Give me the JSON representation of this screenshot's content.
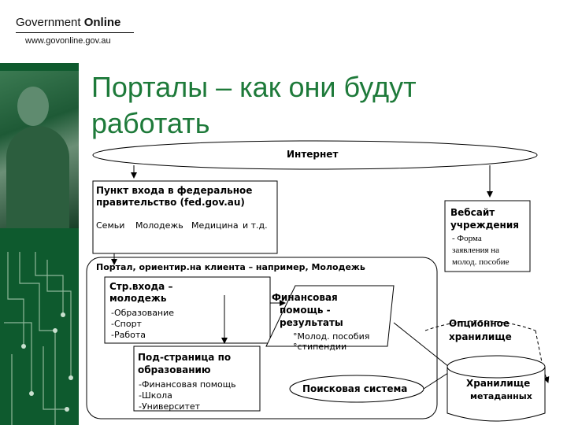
{
  "logo": {
    "word1_lead": "G",
    "word1_rest": "overnment",
    "word2": "Online",
    "url": "www.govonline.gov.au"
  },
  "title": "Порталы – как они будут работать",
  "internet": "Интернет",
  "federal_entry": {
    "title_line1": "Пункт входа в федеральное",
    "title_line2": "правительство (fed.gov.au)",
    "categories": [
      "Семьи",
      "Молодежь",
      "Медицина",
      "и т.д."
    ]
  },
  "agency_site": {
    "title_line1": "Вебсайт",
    "title_line2": "учреждения",
    "note_lines": [
      "- Форма",
      "заявления на",
      "молод. пособие"
    ]
  },
  "portal_label": "Портал, ориентир.на клиента – например, Молодежь",
  "youth_entry": {
    "title_line1": "Стр.входа –",
    "title_line2": "молодежь",
    "items": [
      "-Образование",
      "-Спорт",
      "-Работа"
    ]
  },
  "finance": {
    "title_line1": "Финансовая",
    "title_line2": "помощь -",
    "title_line3": "результаты",
    "items": [
      "°Молод. пособия",
      "°стипендии"
    ]
  },
  "education_sub": {
    "title_line1": "Под-страница по",
    "title_line2": "образованию",
    "items": [
      "-Финансовая помощь",
      "-Школа",
      "-Университет"
    ]
  },
  "search": "Поисковая система",
  "optional_store": {
    "line1": "Опционное",
    "line2": "хранилище"
  },
  "metadata_store": {
    "line1": "Хранилище",
    "line2": "метаданных"
  },
  "colors": {
    "title_green": "#1e7a3a",
    "band_green": "#0e5a2e"
  }
}
